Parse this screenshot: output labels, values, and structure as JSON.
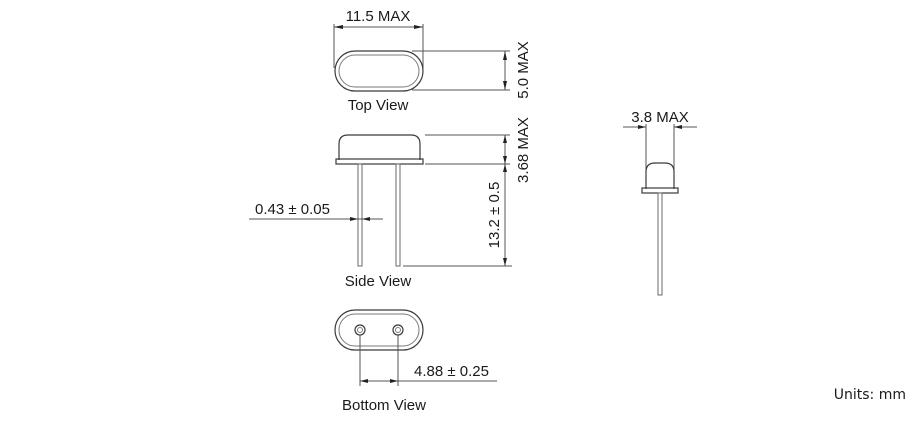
{
  "drawing": {
    "views": {
      "top": {
        "label": "Top View",
        "width_dim": "11.5 MAX",
        "height_dim": "5.0 MAX"
      },
      "side": {
        "label": "Side View",
        "body_height_dim": "3.68 MAX",
        "lead_length_dim": "13.2 ± 0.5",
        "lead_diameter_dim": "0.43 ± 0.05"
      },
      "bottom": {
        "label": "Bottom View",
        "lead_spacing_dim": "4.88 ± 0.25"
      },
      "end": {
        "thickness_dim": "3.8 MAX"
      }
    },
    "units_note": "Units: mm",
    "colors": {
      "line": "#3a3a3a",
      "text": "#1a1a1a",
      "background": "#ffffff"
    }
  }
}
